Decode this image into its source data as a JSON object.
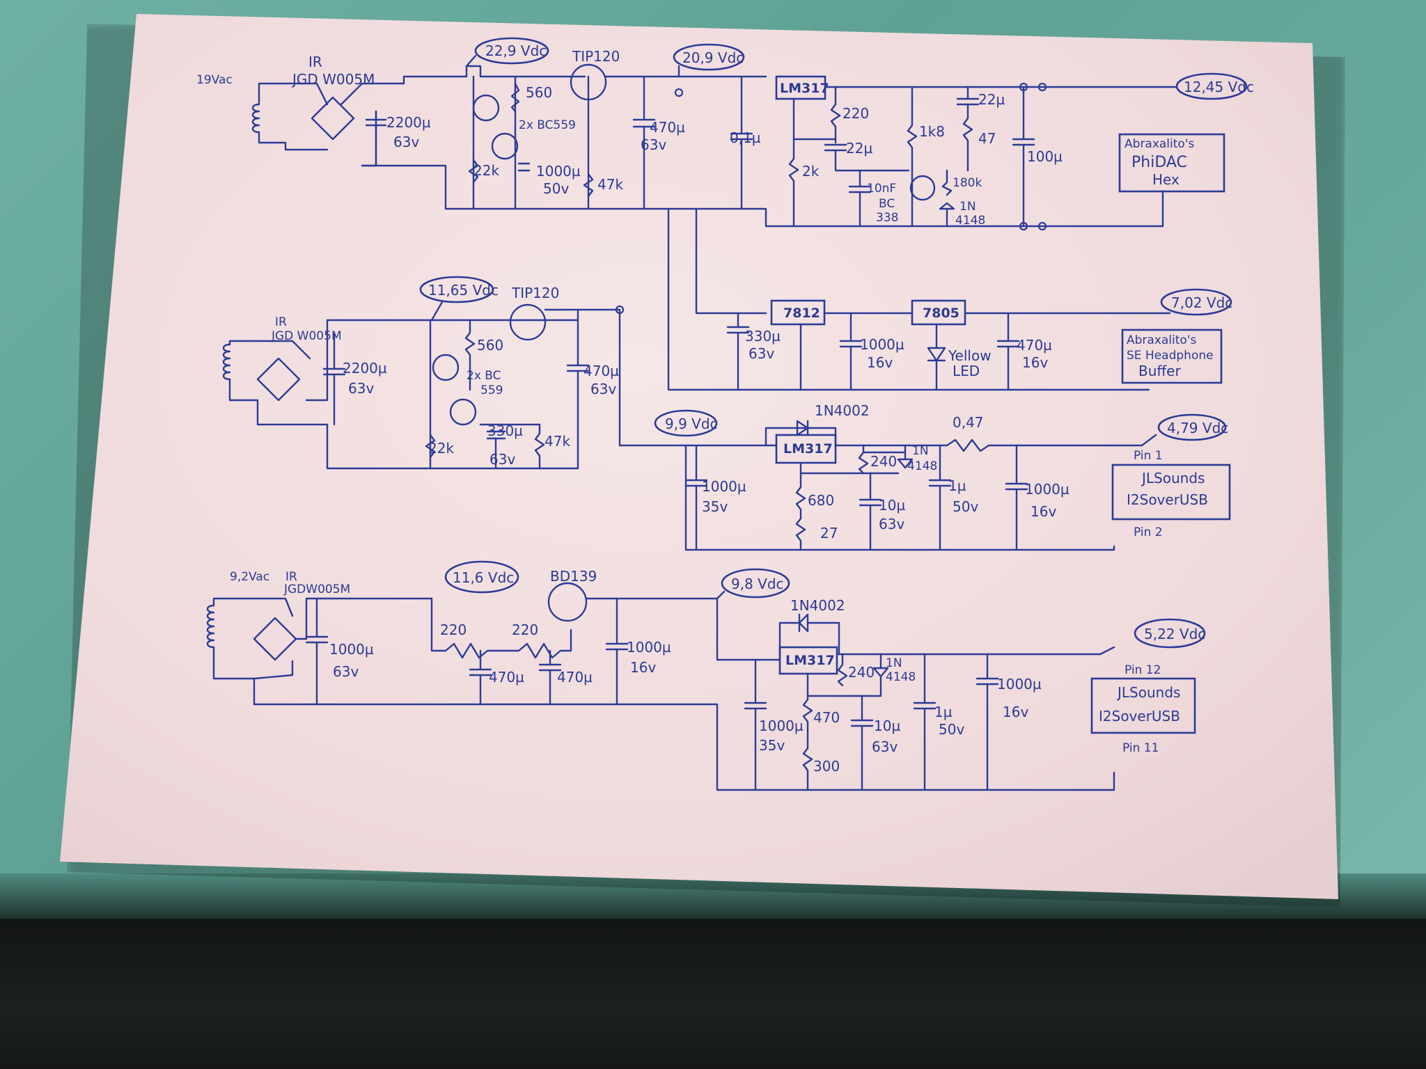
{
  "colors": {
    "ink": "#2c3b96",
    "paper": "#f3e1e2",
    "desk": "#6fb0a4"
  },
  "s1": {
    "ac": "19Vac",
    "bridge1": "IR",
    "bridge2": "JGD W005M",
    "c_in_v": "2200µ",
    "c_in_r": "63v",
    "tp1": "22,9 Vdc",
    "r560": "560",
    "q_pair": "2x BC559",
    "r22k": "22k",
    "c1000_v": "1000µ",
    "c1000_r": "50v",
    "r47k": "47k",
    "tip": "TIP120",
    "c470_v": "470µ",
    "c470_r": "63v",
    "tp2": "20,9 Vdc",
    "c01": "0,1µ",
    "reg": "LM317",
    "r220": "220",
    "c22": "22µ",
    "r2k": "2k",
    "r1k8": "1k8",
    "c22b": "22µ",
    "r47": "47",
    "c10nf": "10nF",
    "q_bc": "BC",
    "q_bc2": "338",
    "r180k": "180k",
    "d1n": "1N",
    "d1n2": "4148",
    "c100": "100µ",
    "tp_out": "12,45 Vdc",
    "load1": "Abraxalito's",
    "load2": "PhiDAC",
    "load3": "Hex"
  },
  "s2": {
    "tp1": "11,65 Vdc",
    "tip": "TIP120",
    "bridge1": "IR",
    "bridge2": "JGD W005M",
    "c_in_v": "2200µ",
    "c_in_r": "63v",
    "r560": "560",
    "q_pair": "2x BC",
    "q_pair2": "559",
    "r22k": "22k",
    "c330_v": "330µ",
    "c330_r": "63v",
    "r47k": "47k",
    "c470_v": "470µ",
    "c470_r": "63v",
    "reg1": "7812",
    "reg2": "7805",
    "c330b_v": "330µ",
    "c330b_r": "63v",
    "c1000_v": "1000µ",
    "c1000_r": "16v",
    "led": "Yellow",
    "led2": "LED",
    "c470b_v": "470µ",
    "c470b_r": "16v",
    "tp_out": "7,02 Vdc",
    "load1": "Abraxalito's",
    "load2": "SE Headphone",
    "load3": "Buffer"
  },
  "s3": {
    "tp1": "9,9 Vdc",
    "d": "1N4002",
    "reg": "LM317",
    "r_047": "0,47",
    "r240": "240",
    "d1n": "1N",
    "d1n2": "4148",
    "c1000_v": "1000µ",
    "c1000_r": "35v",
    "r680": "680",
    "r27": "27",
    "c10_v": "10µ",
    "c10_r": "63v",
    "c1_v": "1µ",
    "c1_r": "50v",
    "c1000b_v": "1000µ",
    "c1000b_r": "16v",
    "tp_out": "4,79 Vdc",
    "pin_a": "Pin 1",
    "pin_b": "Pin 2",
    "load1": "JLSounds",
    "load2": "I2SoverUSB"
  },
  "s4": {
    "ac": "9,2Vac",
    "bridge1": "IR",
    "bridge2": "JGDW005M",
    "c1000_v": "1000µ",
    "c1000_r": "63v",
    "tp1": "11,6 Vdc",
    "tr": "BD139",
    "r220a": "220",
    "r220b": "220",
    "c470a": "470µ",
    "c470b": "470µ",
    "c1000b_v": "1000µ",
    "c1000b_r": "16v",
    "tp2": "9,8 Vdc",
    "d": "1N4002",
    "reg": "LM317",
    "r240": "240",
    "d1n": "1N",
    "d1n2": "4148",
    "c1000c_v": "1000µ",
    "c1000c_r": "35v",
    "r470": "470",
    "r300": "300",
    "c10_v": "10µ",
    "c10_r": "63v",
    "c1_v": "1µ",
    "c1_r": "50v",
    "c1000d_v": "1000µ",
    "c1000d_r": "16v",
    "tp_out": "5,22 Vdc",
    "pin_a": "Pin 12",
    "pin_b": "Pin 11",
    "load1": "JLSounds",
    "load2": "I2SoverUSB"
  }
}
